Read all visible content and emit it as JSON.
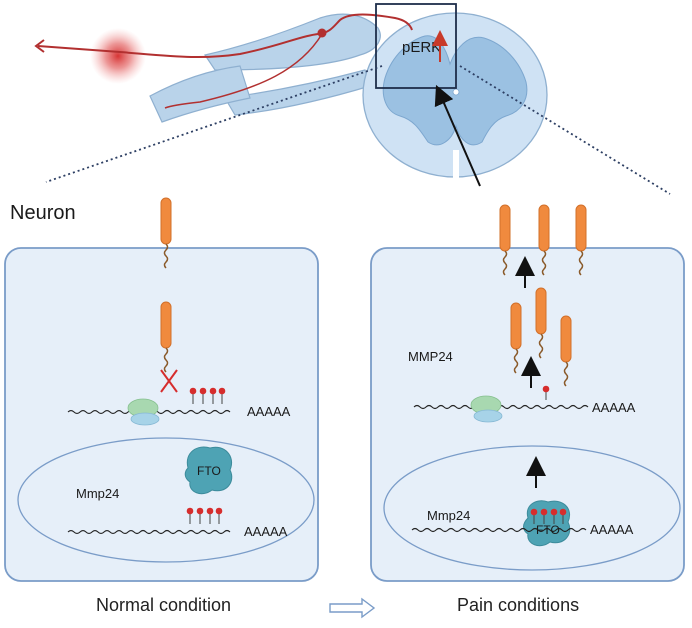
{
  "top_label_perk": "pERK",
  "neuron_label": "Neuron",
  "normal_panel": {
    "mrna_tail": "AAAAA",
    "nucleus_gene": "Mmp24",
    "nucleus_tail": "AAAAA",
    "fto": "FTO"
  },
  "pain_panel": {
    "protein_label": "MMP24",
    "mrna_tail": "AAAAA",
    "nucleus_gene": "Mmp24",
    "nucleus_tail": "AAAAA",
    "fto": "FTO"
  },
  "captions": {
    "normal": "Normal condition",
    "pain": "Pain conditions"
  },
  "colors": {
    "cell_fill": "#e6eff9",
    "cell_stroke": "#7a9cc8",
    "receptor": "#f08a3e",
    "m6a_dot": "#d62d2d",
    "fto": "#4ea3b4",
    "nerve": "#b23030",
    "spinal_tissue": "#b9d3ea",
    "spinal_gray": "#8fb7dd"
  }
}
